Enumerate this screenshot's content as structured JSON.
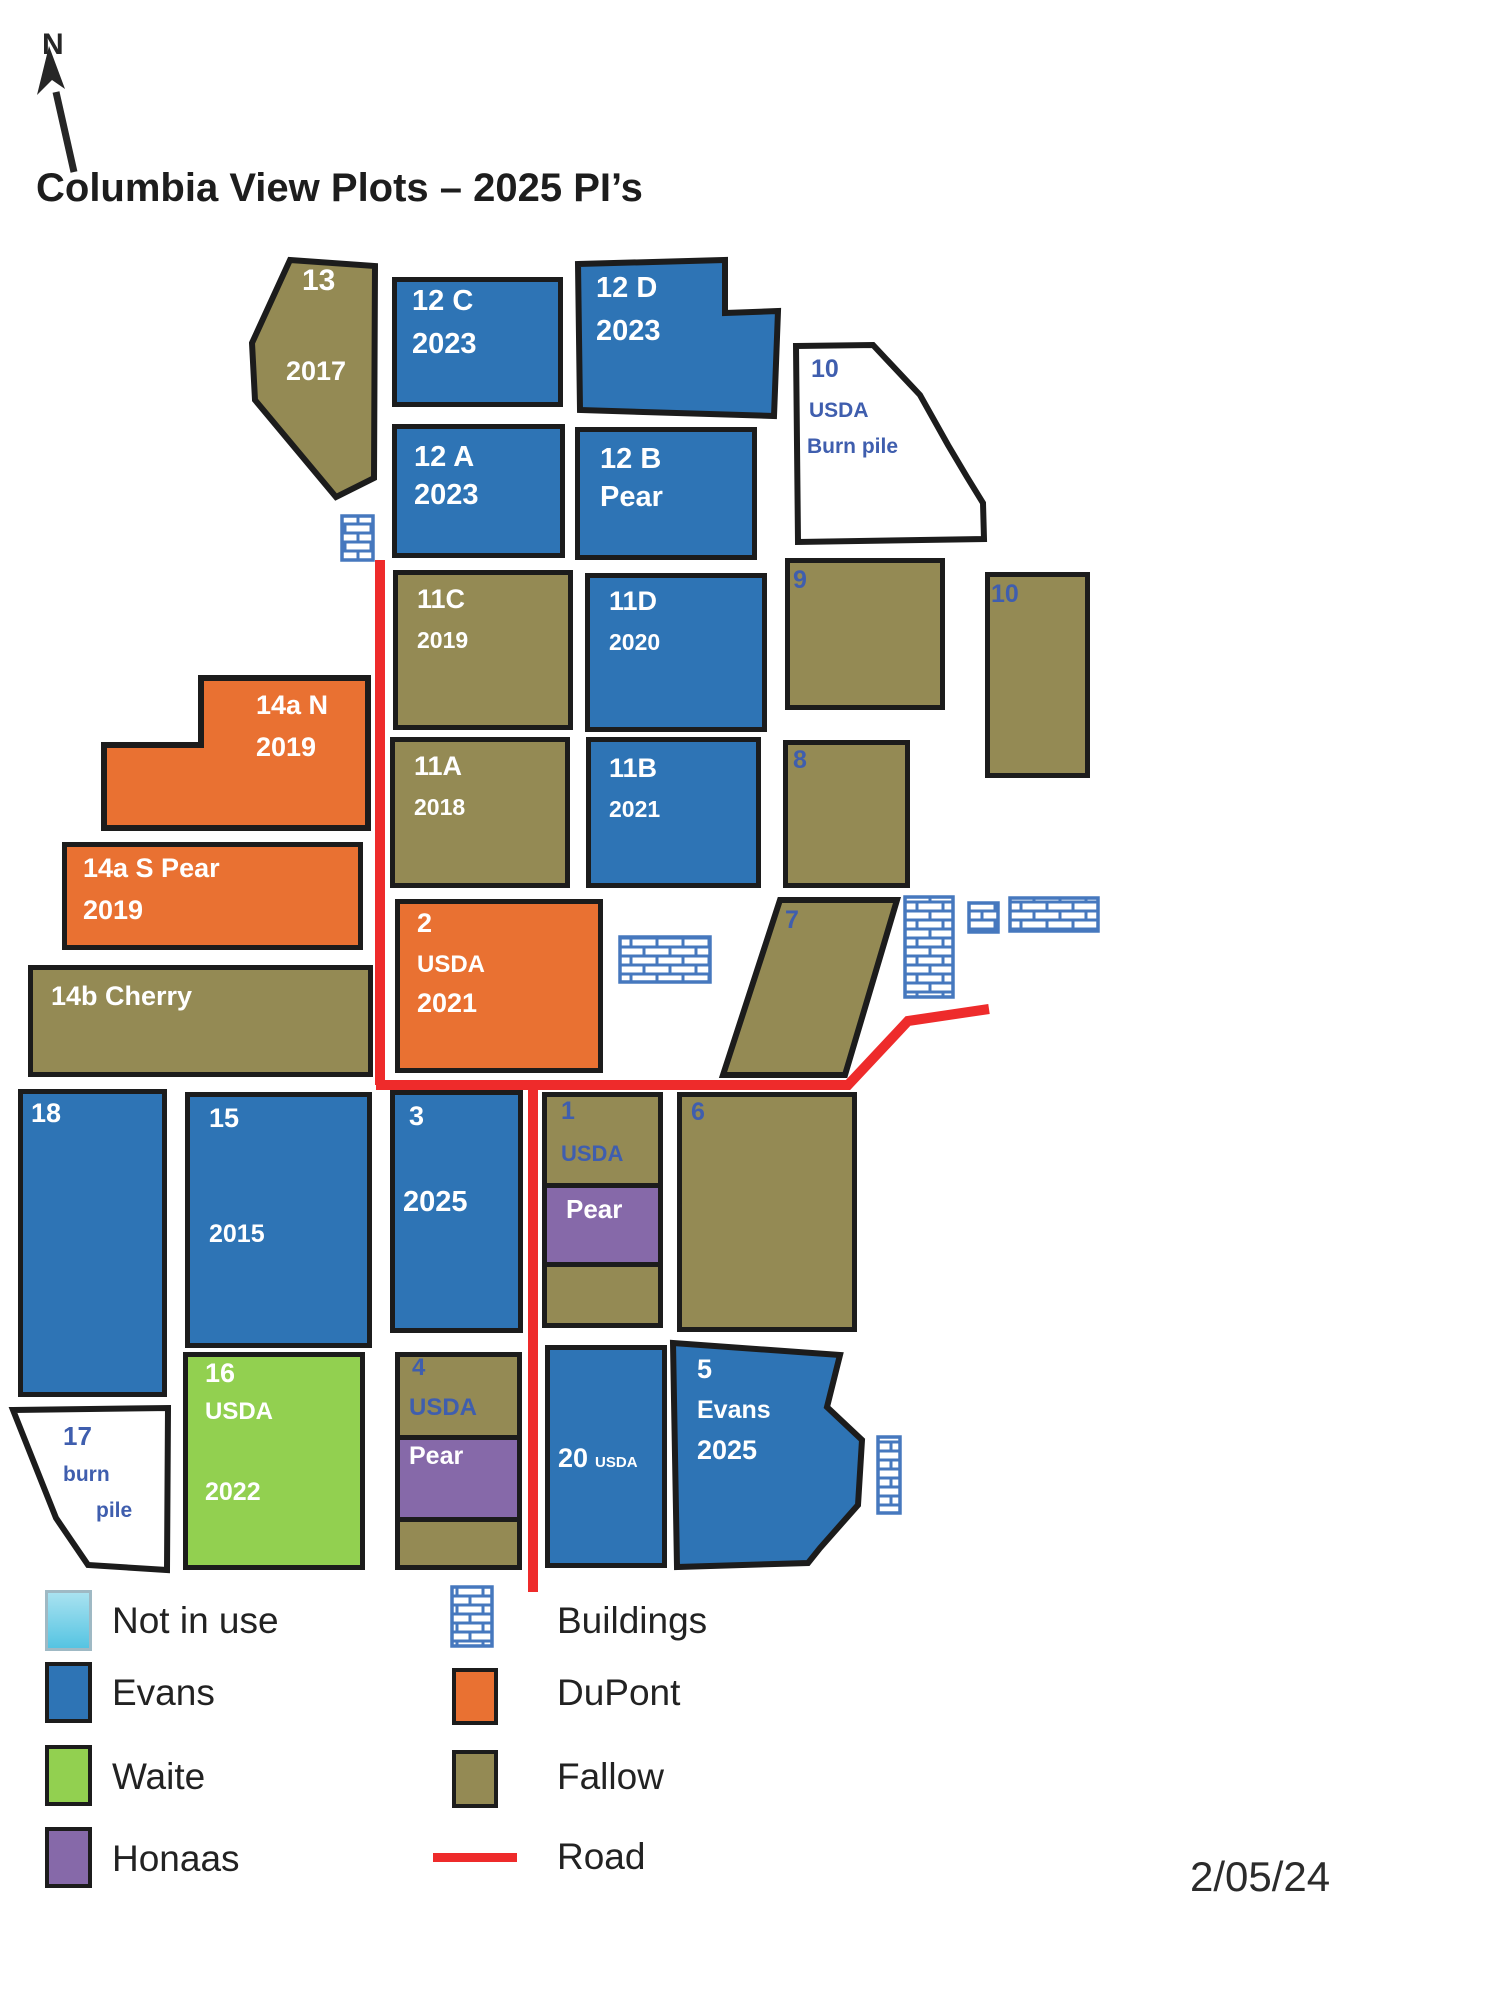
{
  "header": {
    "title": "Columbia View Plots – 2025 PI’s",
    "north_label": "N",
    "date": "2/05/24"
  },
  "plots": {
    "p13": {
      "id": "13",
      "year": "2017"
    },
    "p12c": {
      "name": "12 C",
      "year": "2023"
    },
    "p12d": {
      "name": "12 D",
      "year": "2023"
    },
    "p12a": {
      "name": "12 A",
      "year": "2023"
    },
    "p12b": {
      "name": "12 B",
      "crop": "Pear"
    },
    "p10burn": {
      "id": "10",
      "org": "USDA",
      "note": "Burn pile"
    },
    "p9": {
      "id": "9"
    },
    "p10": {
      "id": "10"
    },
    "p8": {
      "id": "8"
    },
    "p11c": {
      "name": "11C",
      "year": "2019"
    },
    "p11d": {
      "name": "11D",
      "year": "2020"
    },
    "p11a": {
      "name": "11A",
      "year": "2018"
    },
    "p11b": {
      "name": "11B",
      "year": "2021"
    },
    "p14an": {
      "name": "14a N",
      "year": "2019"
    },
    "p14as": {
      "name": "14a S Pear",
      "year": "2019"
    },
    "p14b": {
      "name": "14b Cherry"
    },
    "p2": {
      "id": "2",
      "org": "USDA",
      "year": "2021"
    },
    "p7": {
      "id": "7"
    },
    "p18": {
      "id": "18"
    },
    "p15": {
      "id": "15",
      "year": "2015"
    },
    "p3": {
      "id": "3",
      "year": "2025"
    },
    "p1": {
      "id": "1",
      "org": "USDA",
      "crop": "Pear"
    },
    "p6": {
      "id": "6"
    },
    "p17": {
      "id": "17",
      "note1": "burn",
      "note2": "pile"
    },
    "p16": {
      "id": "16",
      "org": "USDA",
      "year": "2022"
    },
    "p4": {
      "id": "4",
      "org": "USDA",
      "crop": "Pear"
    },
    "p20": {
      "id": "20",
      "org": "USDA"
    },
    "p5": {
      "id": "5",
      "owner": "Evans",
      "year": "2025"
    }
  },
  "legend": {
    "col1": [
      {
        "label": "Not in use"
      },
      {
        "label": "Evans"
      },
      {
        "label": "Waite"
      },
      {
        "label": "Honaas"
      }
    ],
    "col2": [
      {
        "label": "Buildings"
      },
      {
        "label": "DuPont"
      },
      {
        "label": "Fallow"
      },
      {
        "label": "Road"
      }
    ]
  },
  "colors": {
    "evans": "#2E74B5",
    "fallow": "#948A54",
    "dupont": "#E97132",
    "waite": "#92D050",
    "honaas": "#8669A9",
    "notinuse_top": "#A9E2F0",
    "notinuse_bottom": "#55C4E2",
    "road": "#EE2B2B",
    "brick": "#4678BE",
    "label_blue": "#3F5EAE"
  }
}
